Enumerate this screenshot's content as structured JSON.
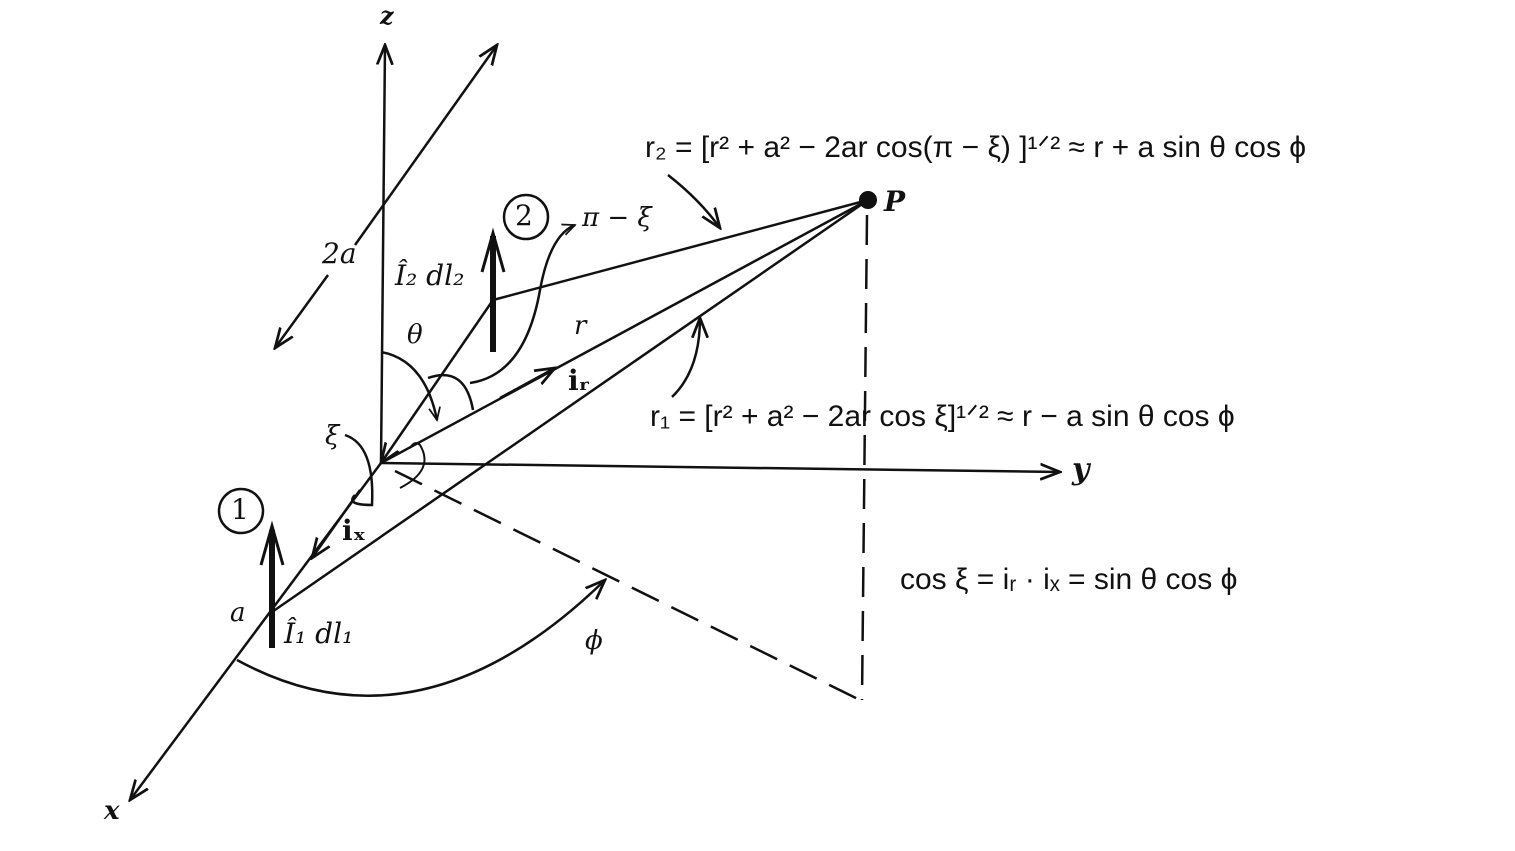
{
  "labels": {
    "z_axis": "z",
    "y_axis": "y",
    "x_axis": "x",
    "point_p": "P",
    "spacing": "2a",
    "offset_a": "a",
    "element_2": "2",
    "element_1": "1",
    "current_2": "Î₂ dl₂",
    "current_1": "Î₁ dl₁",
    "theta": "θ",
    "xi": "ξ",
    "pi_minus_xi": "π − ξ",
    "r": "r",
    "unit_r": "iᵣ",
    "unit_x": "iₓ",
    "phi": "ϕ"
  },
  "equations": {
    "r2": "r₂ = [r² + a² − 2ar cos(π − ξ) ]¹ᐟ² ≈ r + a sin θ cos ϕ",
    "r1": "r₁ = [r² + a² − 2ar cos ξ]¹ᐟ² ≈ r − a sin θ cos ϕ",
    "cos_xi": "cos ξ = iᵣ · iₓ = sin θ cos ϕ"
  }
}
